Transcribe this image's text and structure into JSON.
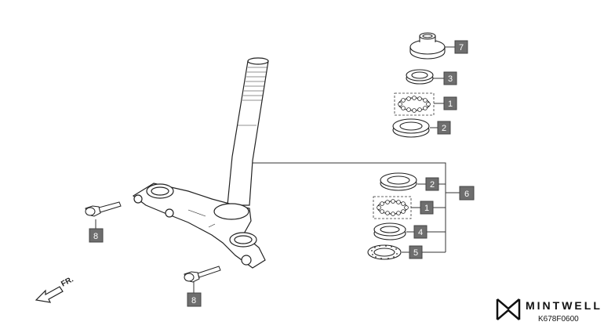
{
  "callouts": [
    {
      "id": "c7a",
      "label": "7"
    },
    {
      "id": "c3a",
      "label": "3"
    },
    {
      "id": "c1a",
      "label": "1"
    },
    {
      "id": "c2a",
      "label": "2"
    },
    {
      "id": "c2b",
      "label": "2"
    },
    {
      "id": "c6",
      "label": "6"
    },
    {
      "id": "c1b",
      "label": "1"
    },
    {
      "id": "c4",
      "label": "4"
    },
    {
      "id": "c5",
      "label": "5"
    },
    {
      "id": "c8a",
      "label": "8"
    },
    {
      "id": "c8b",
      "label": "8"
    }
  ],
  "front_arrow_label": "FR.",
  "brand_name": "MINTWELL",
  "diagram_code": "K678F0600",
  "colors": {
    "callout_fill": "#6e6e6e",
    "line": "#333333"
  }
}
